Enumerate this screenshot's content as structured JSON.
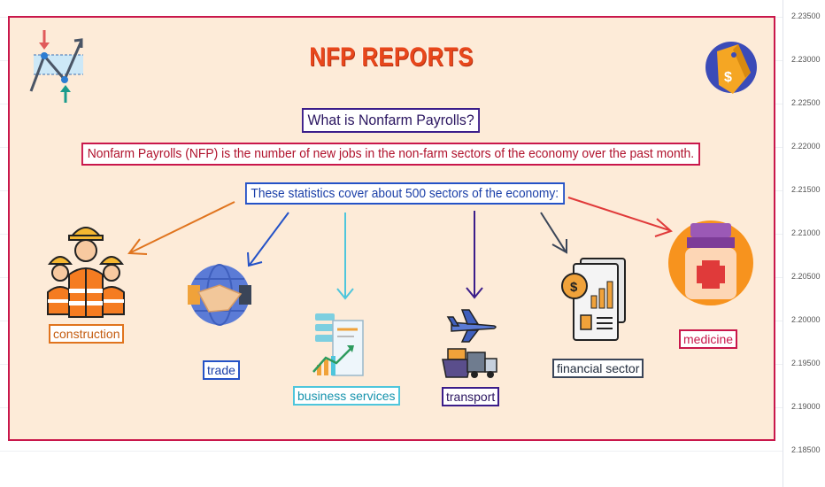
{
  "title": "NFP REPORTS",
  "question": "What is Nonfarm Payrolls?",
  "definition": "Nonfarm Payrolls (NFP) is the number of new jobs in the non-farm sectors of the economy over the past month.",
  "coverage": "These statistics cover about 500 sectors of the economy:",
  "sectors": {
    "construction": "construction",
    "trade": "trade",
    "business": "business services",
    "transport": "transport",
    "financial": "financial sector",
    "medicine": "medicine"
  },
  "price_axis": [
    "2.23500",
    "2.23000",
    "2.22500",
    "2.22000",
    "2.21500",
    "2.21000",
    "2.20500",
    "2.20000",
    "2.19500",
    "2.19000",
    "2.18500"
  ],
  "colors": {
    "frame": "#c9174b",
    "card_bg": "#fdebd8",
    "title": "#e8471b",
    "construction": "#e0741e",
    "trade": "#2452c7",
    "business": "#4fc6dc",
    "transport": "#3b1d8a",
    "financial": "#3a4558",
    "medicine": "#e03a3a"
  },
  "icons": [
    "trend-chart-icon",
    "price-tag-icon",
    "workers-icon",
    "handshake-globe-icon",
    "analytics-report-icon",
    "plane-ship-truck-icon",
    "financial-document-icon",
    "medicine-bottle-icon"
  ]
}
